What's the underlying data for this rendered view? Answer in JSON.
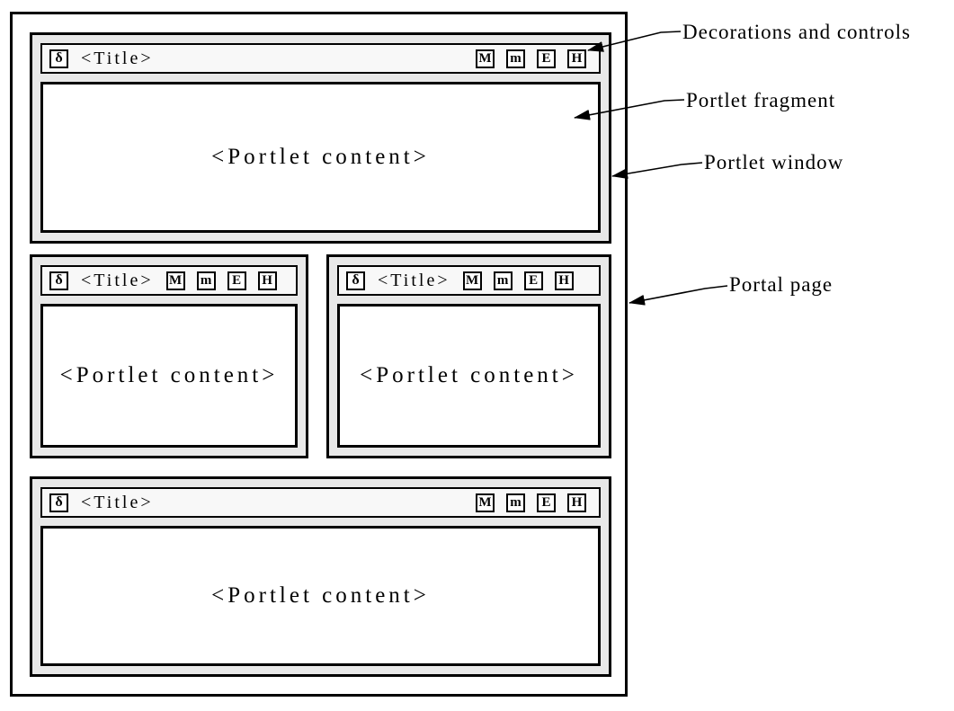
{
  "portal": {
    "windows": [
      {
        "position": "top",
        "icon": "δ",
        "title": "<Title>",
        "controls": [
          "M",
          "m",
          "E",
          "H"
        ],
        "content": "<Portlet content>"
      },
      {
        "position": "middle-left",
        "icon": "δ",
        "title": "<Title>",
        "controls": [
          "M",
          "m",
          "E",
          "H"
        ],
        "content": "<Portlet content>"
      },
      {
        "position": "middle-right",
        "icon": "δ",
        "title": "<Title>",
        "controls": [
          "M",
          "m",
          "E",
          "H"
        ],
        "content": "<Portlet content>"
      },
      {
        "position": "bottom",
        "icon": "δ",
        "title": "<Title>",
        "controls": [
          "M",
          "m",
          "E",
          "H"
        ],
        "content": "<Portlet content>"
      }
    ]
  },
  "annotations": [
    {
      "label": "Decorations and controls"
    },
    {
      "label": "Portlet fragment"
    },
    {
      "label": "Portlet window"
    },
    {
      "label": "Portal page"
    }
  ],
  "colors": {
    "frame": "#e8e8e8",
    "titlebar": "#f8f8f8",
    "border": "#000000",
    "content_bg": "#ffffff"
  }
}
